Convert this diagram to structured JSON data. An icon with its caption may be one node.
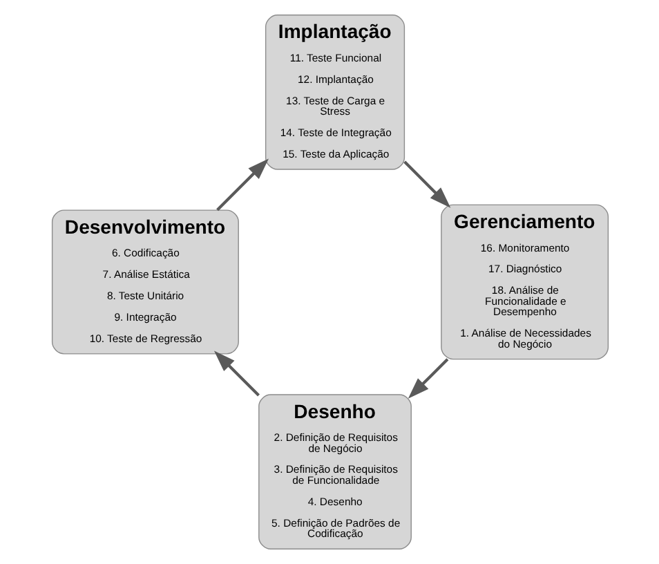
{
  "diagram": {
    "nodes": [
      {
        "text": [
          "Desenho",
          "2. Definição de Requisitos de Negócio",
          "3. Definição de Requisitos de Funcionalidade",
          "4. Desenho",
          "5. Definição de Padrões de Codificação"
        ]
      },
      {
        "text": [
          "Desenvolvimento",
          "6. Codificação",
          "7. Análise Estática",
          "8. Teste Unitário",
          "9. Integração",
          "10. Teste de Regressão"
        ]
      },
      {
        "text": [
          "Implantação",
          "11. Teste Funcional",
          "12. Implantação",
          "13. Teste de Carga e Stress",
          "14. Teste de Integração",
          "15. Teste da Aplicação"
        ]
      },
      {
        "text": [
          "Gerenciamento",
          "16. Monitoramento",
          "17. Diagnóstico",
          "18. Análise de Funcionalidade e Desempenho",
          "1. Análise de Necessidades do Negócio"
        ]
      }
    ],
    "edges": [
      {
        "from": 0,
        "to": 1,
        "arrow": "to"
      },
      {
        "from": 1,
        "to": 2,
        "arrow": "to"
      },
      {
        "from": 2,
        "to": 3,
        "arrow": "to"
      },
      {
        "from": 3,
        "to": 0,
        "arrow": "to"
      }
    ]
  }
}
